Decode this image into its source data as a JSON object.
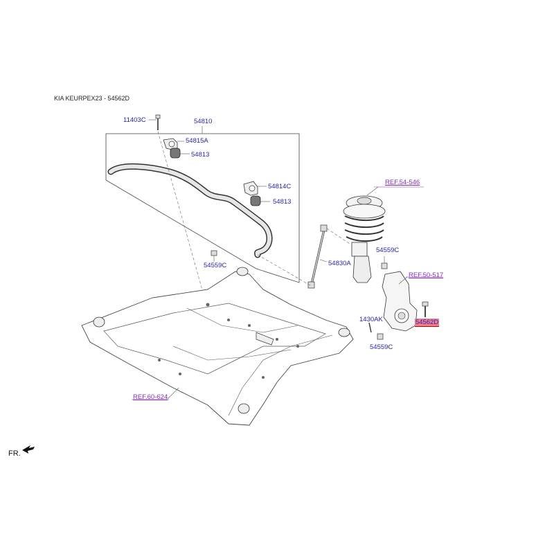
{
  "header": {
    "title": "KIA KEURPEX23 - 54562D"
  },
  "labels": {
    "p11403c": "11403C",
    "p54810": "54810",
    "p54815a": "54815A",
    "p54813a": "54813",
    "p54814c": "54814C",
    "p54813b": "54813",
    "p54559c_left": "54559C",
    "p54830a": "54830A",
    "p54559c_upper": "54559C",
    "p1430ak": "1430AK",
    "p54559c_lower": "54559C",
    "p54562d": "54562D"
  },
  "refs": {
    "ref_strut": "REF.54-546",
    "ref_knuckle": "REF.50-517",
    "ref_subframe": "REF.60-624"
  },
  "direction": {
    "label": "FR."
  },
  "colors": {
    "part_label": "#1f1fd6",
    "ref_label": "#8a2be2",
    "highlight": "#f28080",
    "line": "#555555"
  }
}
